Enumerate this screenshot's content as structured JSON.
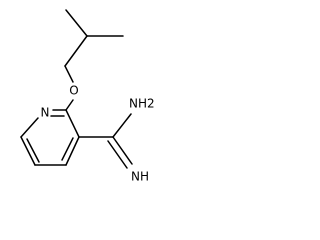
{
  "molecule": {
    "atoms": {
      "oxygen": "O",
      "ring_nitrogen": "N",
      "amine": "NH2",
      "imine": "NH"
    }
  }
}
